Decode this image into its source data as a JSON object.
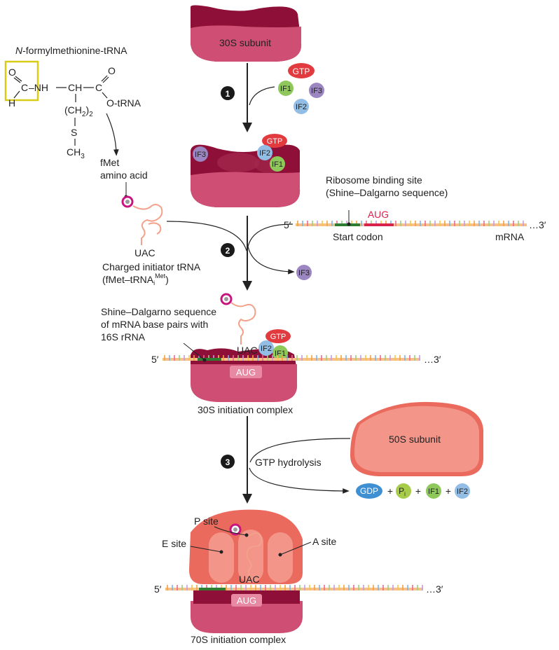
{
  "colors": {
    "subunit_dark": "#8e0f37",
    "subunit_pink": "#cf4e73",
    "subunit_light": "#e789a3",
    "ribosome_salmon": "#ea6a5d",
    "ribosome_light": "#f4958a",
    "gtp_red": "#e23b3f",
    "if1_green": "#8fc85a",
    "if2_blue": "#92bde4",
    "if3_purple": "#9b86c2",
    "gdp_blue": "#3f8fd3",
    "pi_green": "#a6cc4a",
    "highlight_yellow": "#d9cc19",
    "aug_red": "#d8234a",
    "fmet_ring": "#c8157d",
    "trna_salmon": "#f3a18a",
    "sd_green": "#2e7d32"
  },
  "subunit_30s": {
    "label": "30S subunit"
  },
  "subunit_50s": {
    "label": "50S subunit"
  },
  "molecule": {
    "title_italic": "N",
    "title_rest": "-formylmethionine-tRNA",
    "o1": "O",
    "c1": "C",
    "h": "H",
    "nh": "–NH",
    "ch": "CH",
    "c2": "C",
    "o2": "O",
    "otrna": "O-tRNA",
    "ch2_open": "(CH",
    "ch2_sub": "2",
    "ch2_close": ")",
    "ch2_out": "2",
    "s": "S",
    "ch3": "CH",
    "ch3_sub": "3"
  },
  "steps": {
    "one": "1",
    "two": "2",
    "three": "3"
  },
  "factors": {
    "gtp": "GTP",
    "if1": "IF1",
    "if2": "IF2",
    "if3": "IF3",
    "gdp": "GDP",
    "pi": "P",
    "pi_sub": "i",
    "plus": "+"
  },
  "labels": {
    "fmet_line1": "fMet",
    "fmet_line2": "amino acid",
    "rbs_line1": "Ribosome binding site",
    "rbs_line2": "(Shine–Dalgarno sequence)",
    "aug": "AUG",
    "start_codon": "Start codon",
    "mrna": "mRNA",
    "five_prime": "5′",
    "three_prime": "…3′",
    "uac": "UAC",
    "charged_line1": "Charged initiator tRNA",
    "charged_line2a": "(fMet–tRNA",
    "charged_sub": "i",
    "charged_sup": "Met",
    "charged_close": ")",
    "sd_line1": "Shine–Dalgarno sequence",
    "sd_line2": "of mRNA base pairs with",
    "sd_line3": "16S rRNA",
    "complex_30s": "30S initiation complex",
    "gtp_hydrolysis": "GTP hydrolysis",
    "p_site": "P site",
    "e_site": "E site",
    "a_site": "A site",
    "complex_70s": "70S initiation complex"
  }
}
